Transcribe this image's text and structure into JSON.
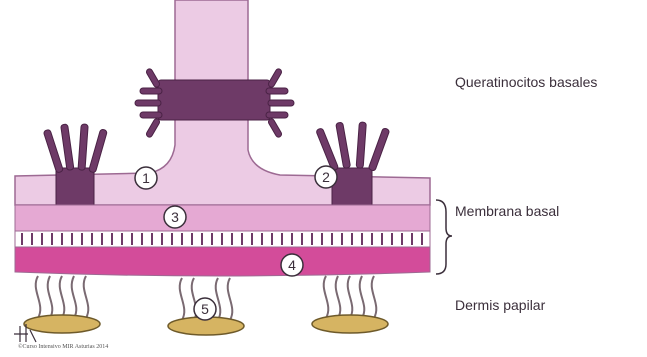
{
  "labels": {
    "queratinocitos": "Queratinocitos basales",
    "membrana": "Membrana basal",
    "dermis": "Dermis papilar"
  },
  "markers": [
    "1",
    "2",
    "3",
    "4",
    "5"
  ],
  "copyright": "©Curso Intensivo MIR Asturias 2014",
  "colors": {
    "cell": "#eccbe4",
    "cell_stroke": "#9d6a93",
    "lamina_lucida": "#e5a9d3",
    "lamina_densa": "#d34c9a",
    "sublamina": "#c8357f",
    "filaments": "#6e3a67",
    "anchoring_plaque": "#d6b462",
    "text": "#3b2f3b"
  }
}
